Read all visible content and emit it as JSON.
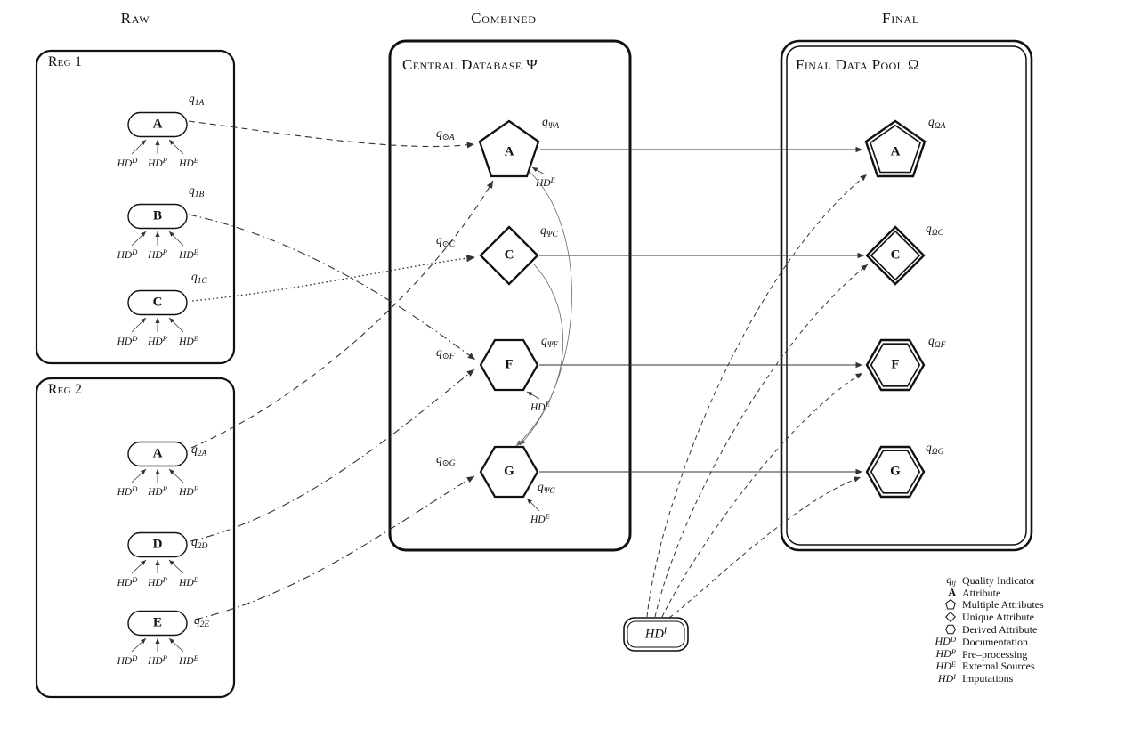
{
  "sym": {
    "q": "q",
    "hd": "HD"
  },
  "headers": {
    "raw": "Raw",
    "combined": "Combined",
    "final": "Final"
  },
  "reg1": {
    "title": "Reg 1",
    "nodes": [
      {
        "label": "A",
        "q": "1A"
      },
      {
        "label": "B",
        "q": "1B"
      },
      {
        "label": "C",
        "q": "1C"
      }
    ]
  },
  "reg2": {
    "title": "Reg 2",
    "nodes": [
      {
        "label": "A",
        "q": "2A"
      },
      {
        "label": "D",
        "q": "2D"
      },
      {
        "label": "E",
        "q": "2E"
      }
    ]
  },
  "hd": {
    "doc": "D",
    "pre": "P",
    "ext": "E",
    "imp": "I"
  },
  "central": {
    "title": "Central Database Ψ",
    "nodes": [
      {
        "label": "A",
        "shape": "pentagon",
        "q_db": "ΨA",
        "q_in": "⊙A",
        "hd_ext": true
      },
      {
        "label": "C",
        "shape": "diamond",
        "q_db": "ΨC",
        "q_in": "⊙C",
        "hd_ext": false
      },
      {
        "label": "F",
        "shape": "hexagon",
        "q_db": "ΨF",
        "q_in": "⊙F",
        "hd_ext": true
      },
      {
        "label": "G",
        "shape": "hexagon",
        "q_db": "ΨG",
        "q_in": "⊙G",
        "hd_ext": true
      }
    ]
  },
  "final": {
    "title": "Final Data Pool Ω",
    "nodes": [
      {
        "label": "A",
        "shape": "pentagon",
        "q": "ΩA"
      },
      {
        "label": "C",
        "shape": "diamond",
        "q": "ΩC"
      },
      {
        "label": "F",
        "shape": "hexagon",
        "q": "ΩF"
      },
      {
        "label": "G",
        "shape": "hexagon",
        "q": "ΩG"
      }
    ]
  },
  "edges": {
    "raw_to_central": [
      {
        "from": "Reg1.A",
        "to": "Central.A",
        "style": "dashed"
      },
      {
        "from": "Reg1.B",
        "to": "Central.F",
        "style": "dash-dot"
      },
      {
        "from": "Reg1.C",
        "to": "Central.C",
        "style": "dotted"
      },
      {
        "from": "Reg2.A",
        "to": "Central.A",
        "style": "dashed"
      },
      {
        "from": "Reg2.D",
        "to": "Central.F",
        "style": "dash-dot"
      },
      {
        "from": "Reg2.E",
        "to": "Central.G",
        "style": "dash-dot"
      }
    ],
    "central_to_final": [
      "A",
      "C",
      "F",
      "G"
    ],
    "derived_in_central": [
      {
        "from": "A",
        "to": "G"
      },
      {
        "from": "C",
        "to": "G"
      }
    ],
    "imputations_to_final": [
      "A",
      "C",
      "F",
      "G"
    ]
  },
  "legend": {
    "rows": [
      {
        "sym": "q",
        "sub": "ij",
        "label": "Quality Indicator"
      },
      {
        "sym": "A",
        "label": "Attribute"
      },
      {
        "shape": "pentagon",
        "label": "Multiple Attributes"
      },
      {
        "shape": "diamond",
        "label": "Unique Attribute"
      },
      {
        "shape": "hexagon",
        "label": "Derived Attribute"
      },
      {
        "sym": "HD",
        "sup": "D",
        "label": "Documentation"
      },
      {
        "sym": "HD",
        "sup": "P",
        "label": "Pre–processing"
      },
      {
        "sym": "HD",
        "sup": "E",
        "label": "External Sources"
      },
      {
        "sym": "HD",
        "sup": "I",
        "label": "Imputations"
      }
    ]
  }
}
